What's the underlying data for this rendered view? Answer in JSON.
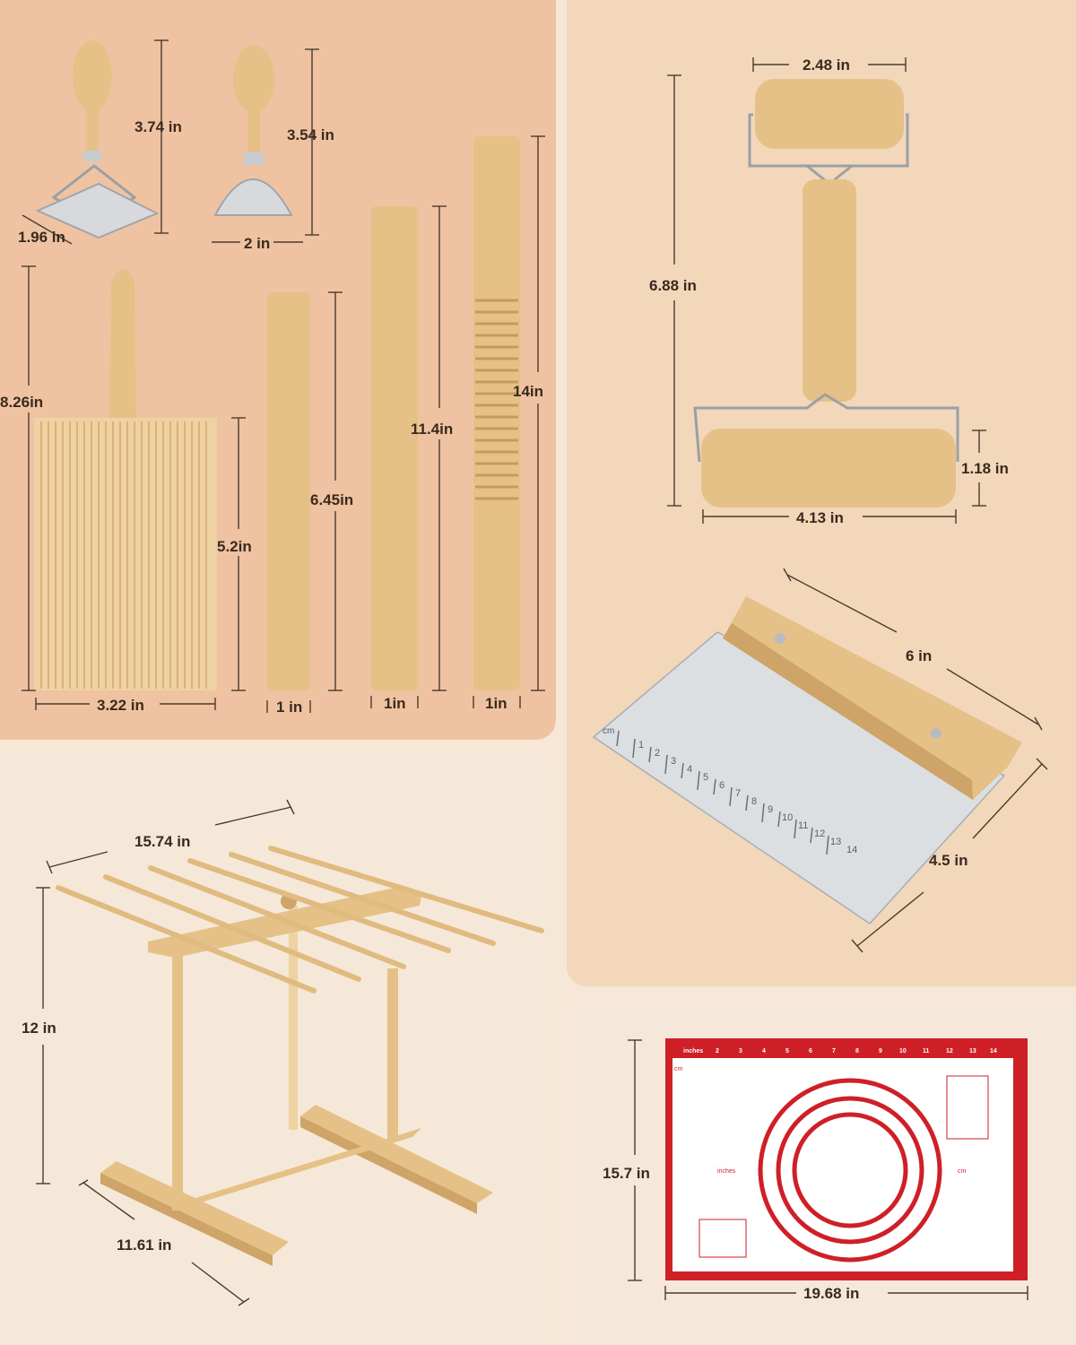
{
  "panels": {
    "top_left": {
      "square_stamp": {
        "height": "3.74 in",
        "width": "1.96 in"
      },
      "round_stamp": {
        "height": "3.54 in",
        "width": "2 in"
      },
      "gnocchi_board": {
        "height": "8.26in",
        "board_height": "5.2in",
        "width": "3.22 in"
      },
      "short_pin": {
        "length": "6.45in",
        "diameter": "1 in"
      },
      "medium_pin": {
        "length": "11.4in",
        "diameter": "1in"
      },
      "grooved_pin": {
        "length": "14in",
        "diameter": "1in"
      }
    },
    "top_right": {
      "roller": {
        "small_width": "2.48 in",
        "height": "6.88 in",
        "large_height": "1.18 in",
        "large_width": "4.13 in"
      },
      "scraper": {
        "length": "6 in",
        "height": "4.5 in",
        "ruler_unit": "cm",
        "ruler_ticks": [
          "1",
          "2",
          "3",
          "4",
          "5",
          "6",
          "7",
          "8",
          "9",
          "10",
          "11",
          "12",
          "13",
          "14"
        ]
      }
    },
    "bottom_left": {
      "drying_rack": {
        "width": "15.74 in",
        "height": "12 in",
        "depth": "11.61 in"
      }
    },
    "bottom_right": {
      "mat": {
        "height": "15.7 in",
        "width": "19.68 in",
        "top_unit": "inches",
        "side_unit": "cm",
        "top_ticks": [
          "2",
          "3",
          "4",
          "5",
          "6",
          "7",
          "8",
          "9",
          "10",
          "11",
          "12",
          "13",
          "14"
        ],
        "center_left": "inches",
        "center_right": "cm"
      }
    }
  }
}
